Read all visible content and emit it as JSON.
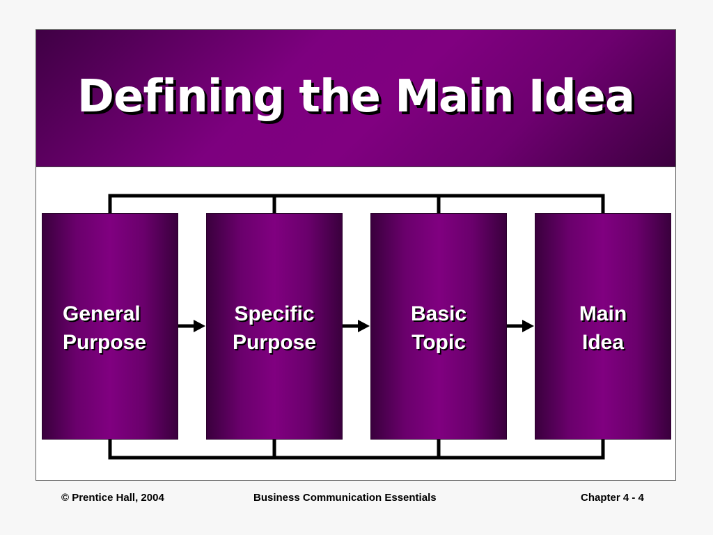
{
  "slide": {
    "title": "Defining the Main Idea",
    "steps": [
      {
        "label": "General\nPurpose"
      },
      {
        "label": "Specific\nPurpose"
      },
      {
        "label": "Basic\nTopic"
      },
      {
        "label": "Main\nIdea"
      }
    ]
  },
  "footer": {
    "copyright": "© Prentice Hall, 2004",
    "course": "Business Communication Essentials",
    "chapter": "Chapter 4 - 4"
  },
  "colors": {
    "purple": "#800080",
    "dark_purple": "#3a003d",
    "connector": "#000000"
  }
}
